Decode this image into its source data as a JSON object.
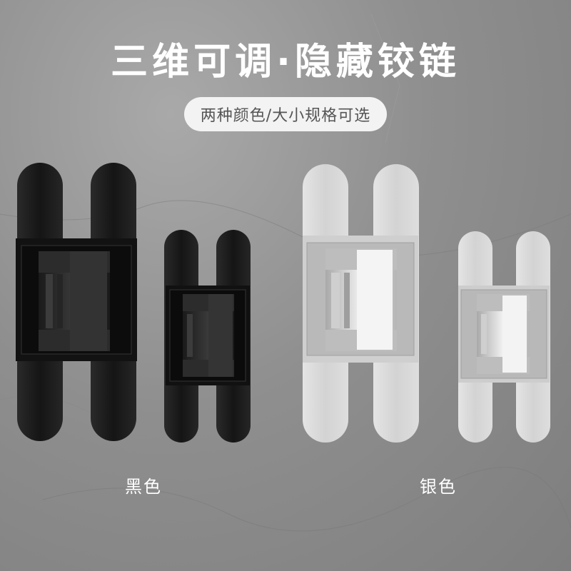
{
  "header": {
    "title": "三维可调·隐藏铰链",
    "subtitle": "两种颜色/大小规格可选"
  },
  "products": [
    {
      "label": "黑色",
      "color": "#1b1b1b"
    },
    {
      "label": "银色",
      "color": "#d8d8d8"
    }
  ],
  "colors": {
    "black_body": "#1b1b1b",
    "black_mech": "#2a2a2a",
    "silver_body": "#d9d9d9",
    "silver_mech": "#c4c4c4",
    "background": "#8f8f8f"
  }
}
